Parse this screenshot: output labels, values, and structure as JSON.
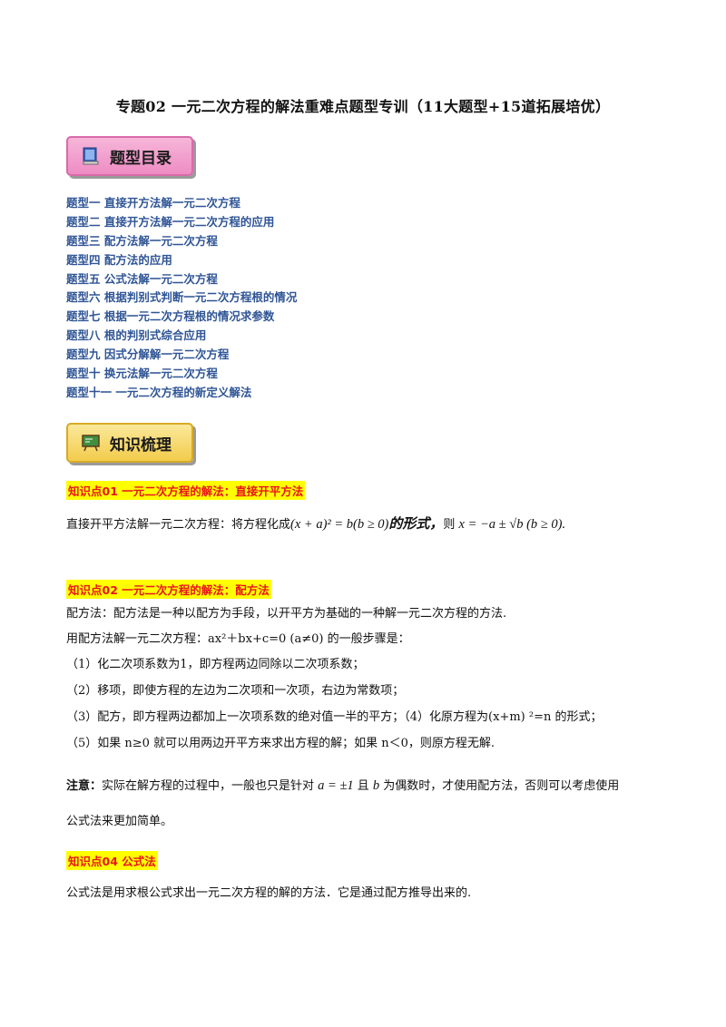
{
  "title": "专题02  一元二次方程的解法重难点题型专训（11大题型+15道拓展培优）",
  "section_toc": {
    "label": "题型目录",
    "icon": "book-icon"
  },
  "toc": [
    "题型一  直接开方法解一元二次方程",
    "题型二  直接开方法解一元二次方程的应用",
    "题型三  配方法解一元二次方程",
    "题型四  配方法的应用",
    "题型五  公式法解一元二次方程",
    "题型六  根据判别式判断一元二次方程根的情况",
    "题型七  根据一元二次方程根的情况求参数",
    "题型八  根的判别式综合应用",
    "题型九  因式分解解一元二次方程",
    "题型十  换元法解一元二次方程",
    "题型十一  一元二次方程的新定义解法"
  ],
  "section_knowledge": {
    "label": "知识梳理",
    "icon": "chalkboard-icon"
  },
  "kp1": {
    "heading": "知识点01    一元二次方程的解法：直接开平方法",
    "text_a": "直接开平方法解一元二次方程：将方程化成",
    "eq1": "(x + a)² = b(b ≥ 0)",
    "text_b": "的形式，",
    "text_c": "则 ",
    "eq2": "x = −a ± √b (b ≥ 0)."
  },
  "kp2": {
    "heading": "知识点02    一元二次方程的解法：配方法",
    "lines": [
      "配方法：配方法是一种以配方为手段，以开平方为基础的一种解一元二次方程的方法.",
      "用配方法解一元二次方程：ax²＋bx+c=0 (a≠0) 的一般步骤是：",
      "（1）化二次项系数为1，即方程两边同除以二次项系数；",
      "（2）移项，即使方程的左边为二次项和一次项，右边为常数项；",
      "（3）配方，即方程两边都加上一次项系数的绝对值一半的平方；（4）化原方程为(x+m) ²=n 的形式；",
      "（5）如果 n≥0 就可以用两边开平方来求出方程的解；如果 n＜0，则原方程无解."
    ]
  },
  "note": {
    "label": "注意：",
    "text_a": "实际在解方程的过程中，一般也只是针对 ",
    "eq": "a = ±1",
    "text_b": " 且 ",
    "eq2": "b",
    "text_c": " 为偶数时，才使用配方法，否则可以考虑使用",
    "line2": "公式法来更加简单。"
  },
  "kp4": {
    "heading": "知识点04    公式法",
    "text": "公式法是用求根公式求出一元二次方程的解的方法．它是通过配方推导出来的."
  }
}
